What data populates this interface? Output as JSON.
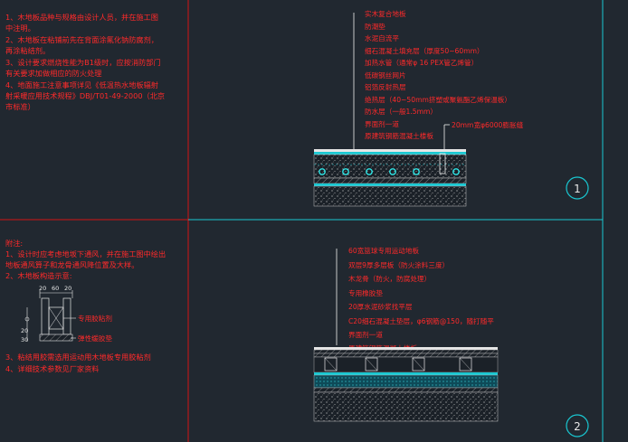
{
  "notes_section_1": [
    "1、木地板品种与规格由设计人员，并在施工图",
    "中注明。",
    "2、木地板在粘铺前先在背面涂氟化钠防腐剂，",
    "再涂粘结剂。",
    "3、设计要求燃烧性能为B1级时，应按消防部门",
    "有关要求加做相应的防火处理",
    "4、地面施工注意事项详见《低温热水地板辐射",
    "射采暖应用技术规程》DBJ/T01-49-2000（北京",
    "市标准）"
  ],
  "notes_section_2": {
    "heading": "附注:",
    "lines_top": [
      "1、设计时应考虑地坂下通风，并在施工图中绘出",
      "地板通风算子和龙骨通风降位置及大样。",
      "2、木地板构造示意:"
    ],
    "lines_bottom": [
      "3、粘结用胶需选用运动用木地板专用胶粘剂",
      "4、详细技术参数见厂家资料"
    ]
  },
  "detail_small": {
    "dims": [
      "20",
      "60",
      "20"
    ],
    "vertical_dims": [
      "20",
      "30"
    ],
    "labels": [
      "专用胶粘剂",
      "弹性缓胶垫"
    ]
  },
  "section_1": {
    "number": "1",
    "layers": [
      "实木复合地板",
      "防潮垫",
      "水泥自流平",
      "细石混凝土填充层（厚度50~60mm）",
      "加热水管（通常φ 16 PEX管乙烯管）",
      "低碳钢丝网片",
      "铝箔反射热层",
      "绝热层（40~50mm挤塑或聚氨酯乙烯保温板）",
      "防水层（一般1.5mm）",
      "界面剂一道",
      "原建筑钢筋混凝土楼板"
    ],
    "side_label": "20mm宽φ6000膨胀缝"
  },
  "section_2": {
    "number": "2",
    "layers": [
      "60宽篮球专用运动地板",
      "双层9厚多层板（防火涂料三度）",
      "木龙骨（防火，防腐处理）",
      "专用橡胶垫",
      "20厚水泥砂浆找平层",
      "C20细石混凝土垫层，φ6钢筋@150，随打随平",
      "界面剂一道",
      "原建筑钢筋混凝土楼板"
    ]
  },
  "colors": {
    "background": "#212830",
    "note_text": "#ff2a2a",
    "frame_red": "#d21414",
    "frame_cyan": "#19c8d2",
    "leader": "#f0f0f0",
    "pipe": "#2ee6e6"
  }
}
